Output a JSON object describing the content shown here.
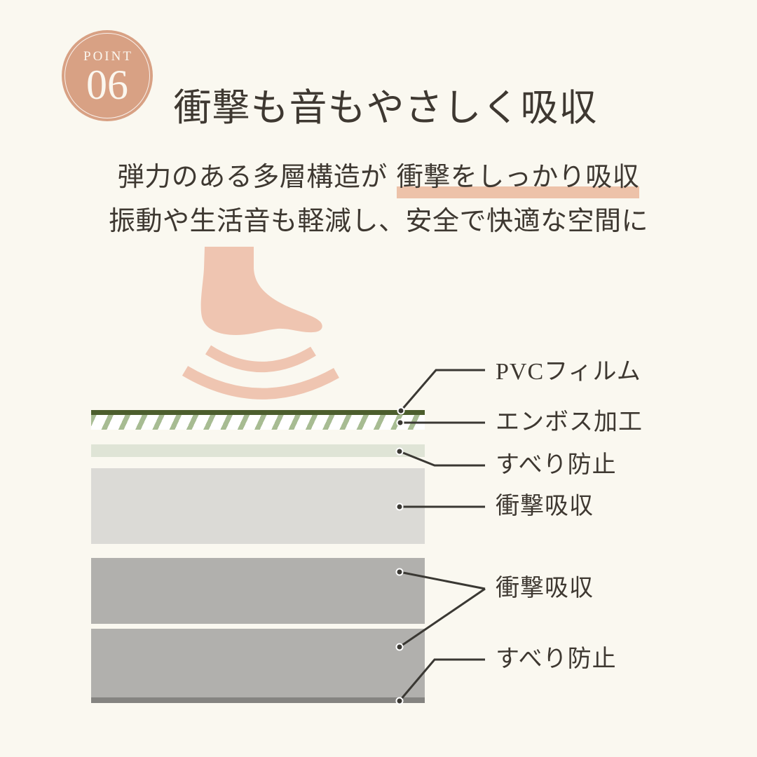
{
  "page": {
    "background_color": "#faf8f0",
    "text_color": "#3e3831"
  },
  "badge": {
    "label": "POINT",
    "number": "06",
    "color": "#d8a184",
    "text_color": "#fbf7ef"
  },
  "header": {
    "title": "衝撃も音もやさしく吸収",
    "subtitle_line1_plain": "弾力のある多層構造が",
    "subtitle_line1_highlight": "衝撃をしっかり吸収",
    "subtitle_line2": "振動や生活音も軽減し、安全で快適な空間に",
    "highlight_color": "#edc2a9"
  },
  "illustration": {
    "name": "foot-with-impact-waves",
    "color": "#efc5b1"
  },
  "diagram": {
    "leader_line_color": "#3a3833",
    "dot_color": "#3a3833",
    "layers": [
      {
        "name": "pvc-film",
        "label": "PVCフィルム",
        "color": "#4c5e2d"
      },
      {
        "name": "emboss",
        "label": "エンボス加工",
        "color": "#a7bc93",
        "base_color": "#ffffff",
        "pattern": "diagonal-stripes"
      },
      {
        "name": "anti-slip-top",
        "label": "すべり防止",
        "color": "#dfe4d6"
      },
      {
        "name": "shock-absorb-1",
        "label": "衝撃吸収",
        "color": "#dbdad6"
      },
      {
        "name": "shock-absorb-2",
        "label": "衝撃吸収",
        "color": "#b1b0ad"
      },
      {
        "name": "shock-absorb-3",
        "label": "衝撃吸収",
        "color": "#b1b0ad"
      },
      {
        "name": "anti-slip-bottom",
        "label": "すべり防止",
        "color": "#858481"
      }
    ],
    "labels": [
      {
        "text": "PVCフィルム"
      },
      {
        "text": "エンボス加工"
      },
      {
        "text": "すべり防止"
      },
      {
        "text": "衝撃吸収"
      },
      {
        "text": "衝撃吸収"
      },
      {
        "text": "すべり防止"
      }
    ]
  }
}
